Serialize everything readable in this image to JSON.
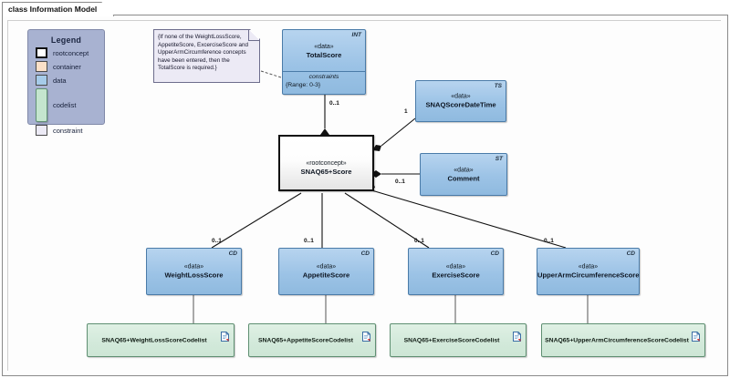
{
  "diagram": {
    "title": "class Information Model",
    "legend": {
      "title": "Legend",
      "items": [
        {
          "label": "rootconcept",
          "color": "#ffffff"
        },
        {
          "label": "container",
          "color": "#fbe0c8"
        },
        {
          "label": "data",
          "color": "#a6cbe9"
        },
        {
          "label": "codelist",
          "color": "#c4e5ce"
        },
        {
          "label": "constraint",
          "color": "#eceaf5"
        }
      ]
    },
    "note": {
      "text": "{If none of the WeightLossScore, AppetiteScore, ExcerciseScore and UpperArmCircumference concepts have been entered, then the TotalScore is required.}"
    },
    "classes": {
      "total_score": {
        "badge": "INT",
        "stereotype": "«data»",
        "name": "TotalScore",
        "compartment_title": "constraints",
        "constraint": "{Range: 0-3}"
      },
      "root": {
        "stereotype": "«rootconcept»",
        "name": "SNAQ65+Score"
      },
      "datetime": {
        "badge": "TS",
        "stereotype": "«data»",
        "name": "SNAQScoreDateTime"
      },
      "comment": {
        "badge": "ST",
        "stereotype": "«data»",
        "name": "Comment"
      },
      "weight_loss": {
        "badge": "CD",
        "stereotype": "«data»",
        "name": "WeightLossScore"
      },
      "appetite": {
        "badge": "CD",
        "stereotype": "«data»",
        "name": "AppetiteScore"
      },
      "exercise": {
        "badge": "CD",
        "stereotype": "«data»",
        "name": "ExerciseScore"
      },
      "upper_arm": {
        "badge": "CD",
        "stereotype": "«data»",
        "name": "UpperArmCircumferenceScore"
      }
    },
    "codelists": [
      {
        "name": "SNAQ65+WeightLossScoreCodelist"
      },
      {
        "name": "SNAQ65+AppetiteScoreCodelist"
      },
      {
        "name": "SNAQ65+ExerciseScoreCodelist"
      },
      {
        "name": "SNAQ65+UpperArmCircumferenceScoreCodelist"
      }
    ],
    "multiplicities": {
      "total_score": "0..1",
      "datetime": "1",
      "comment": "0..1",
      "weight_loss": "0..1",
      "appetite": "0..1",
      "exercise": "0..1",
      "upper_arm": "0..1"
    }
  }
}
